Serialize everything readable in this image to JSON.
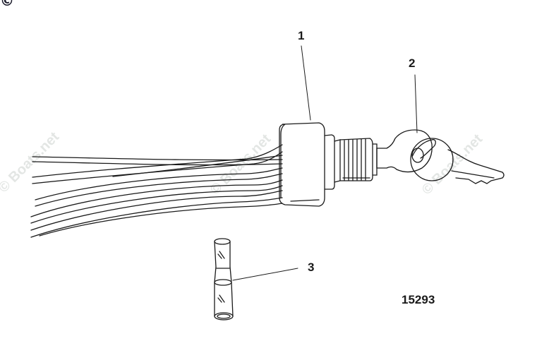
{
  "diagram": {
    "copyright_mark": "©",
    "figure_number": "15293",
    "watermark_text": "© Boats.net",
    "colors": {
      "line": "#1a1a1a",
      "watermark": "#e3e6e4",
      "background": "#ffffff"
    },
    "callouts": [
      {
        "label": "1",
        "part": "ignition-switch"
      },
      {
        "label": "2",
        "part": "keys"
      },
      {
        "label": "3",
        "part": "butt-connector"
      }
    ]
  }
}
